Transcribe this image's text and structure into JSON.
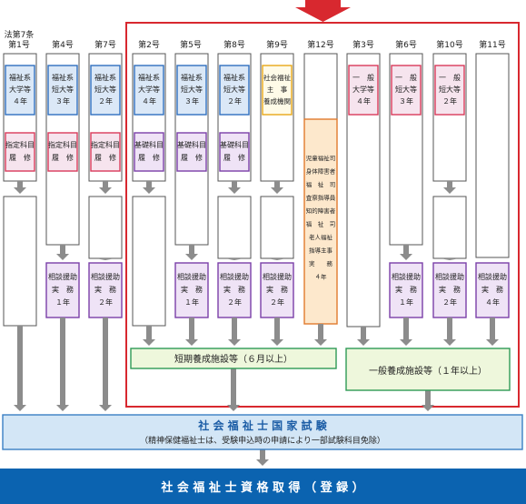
{
  "route_labels": {
    "law_prefix": "法第7条",
    "no1": "第1号",
    "no4": "第4号",
    "no7": "第7号",
    "no2": "第2号",
    "no5": "第5号",
    "no8": "第8号",
    "no9": "第9号",
    "no12": "第12号",
    "no3": "第3号",
    "no6": "第6号",
    "no10": "第10号",
    "no11": "第11号"
  },
  "boxes": {
    "c1_school": [
      "福祉系",
      "大学等",
      "４年"
    ],
    "c4_school": [
      "福祉系",
      "短大等",
      "３年"
    ],
    "c7_school": [
      "福祉系",
      "短大等",
      "２年"
    ],
    "c2_school": [
      "福祉系",
      "大学等",
      "４年"
    ],
    "c5_school": [
      "福祉系",
      "短大等",
      "３年"
    ],
    "c8_school": [
      "福祉系",
      "短大等",
      "２年"
    ],
    "c9_school": [
      "社会福祉",
      "主　事",
      "養成機関"
    ],
    "c3_school": [
      "一　般",
      "大学等",
      "４年"
    ],
    "c6_school": [
      "一　般",
      "短大等",
      "３年"
    ],
    "c10_school": [
      "一　般",
      "短大等",
      "２年"
    ],
    "c1_subject": [
      "指定科目",
      "履　修"
    ],
    "c4_subject": [
      "指定科目",
      "履　修"
    ],
    "c7_subject": [
      "指定科目",
      "履　修"
    ],
    "c2_subject": [
      "基礎科目",
      "履　修"
    ],
    "c5_subject": [
      "基礎科目",
      "履　修"
    ],
    "c8_subject": [
      "基礎科目",
      "履　修"
    ],
    "c4_practice": [
      "相談援助",
      "実　務",
      "１年"
    ],
    "c7_practice": [
      "相談援助",
      "実　務",
      "２年"
    ],
    "c5_practice": [
      "相談援助",
      "実　務",
      "１年"
    ],
    "c8_practice": [
      "相談援助",
      "実　務",
      "２年"
    ],
    "c9_practice": [
      "相談援助",
      "実　務",
      "２年"
    ],
    "c6_practice": [
      "相談援助",
      "実　務",
      "１年"
    ],
    "c10_practice": [
      "相談援助",
      "実　務",
      "２年"
    ],
    "c11_practice": [
      "相談援助",
      "実　務",
      "４年"
    ],
    "c12_positions": [
      "児童福祉司",
      "身体障害者",
      "福　祉　司",
      "査察指導員",
      "知的障害者",
      "福　祉　司",
      "老人福祉",
      "指導主事",
      "実　　務",
      "４年"
    ]
  },
  "facilities": {
    "short": "短期養成施設等（６月以上）",
    "general": "一般養成施設等（１年以上）"
  },
  "exam": {
    "title": "社 会 福 祉 士 国 家 試 験",
    "note": "（精神保健福祉士は、受験申込時の申請により一部試験科目免除）"
  },
  "result": "社 会 福 祉 士 資 格 取 得 （ 登 録 ）",
  "colors": {
    "blue_border": "#2f6fbf",
    "blue_fill": "#dbe8f7",
    "pink_border": "#d93a5a",
    "pink_fill": "#f6e4ee",
    "purple_border": "#7a3fa8",
    "purple_fill": "#efe3f6",
    "yellow_border": "#e8a817",
    "yellow_fill": "#fffbe8",
    "orange_border": "#e07a2e",
    "orange_fill": "#fde8cc",
    "green_border": "#2e9a55",
    "green_fill": "#eef7dc",
    "exam_border": "#3a7fc4",
    "exam_fill": "#d3e6f6",
    "result_fill": "#0b63b0",
    "red_frame": "#d8282f",
    "arrow_gray": "#8c8c8c"
  }
}
